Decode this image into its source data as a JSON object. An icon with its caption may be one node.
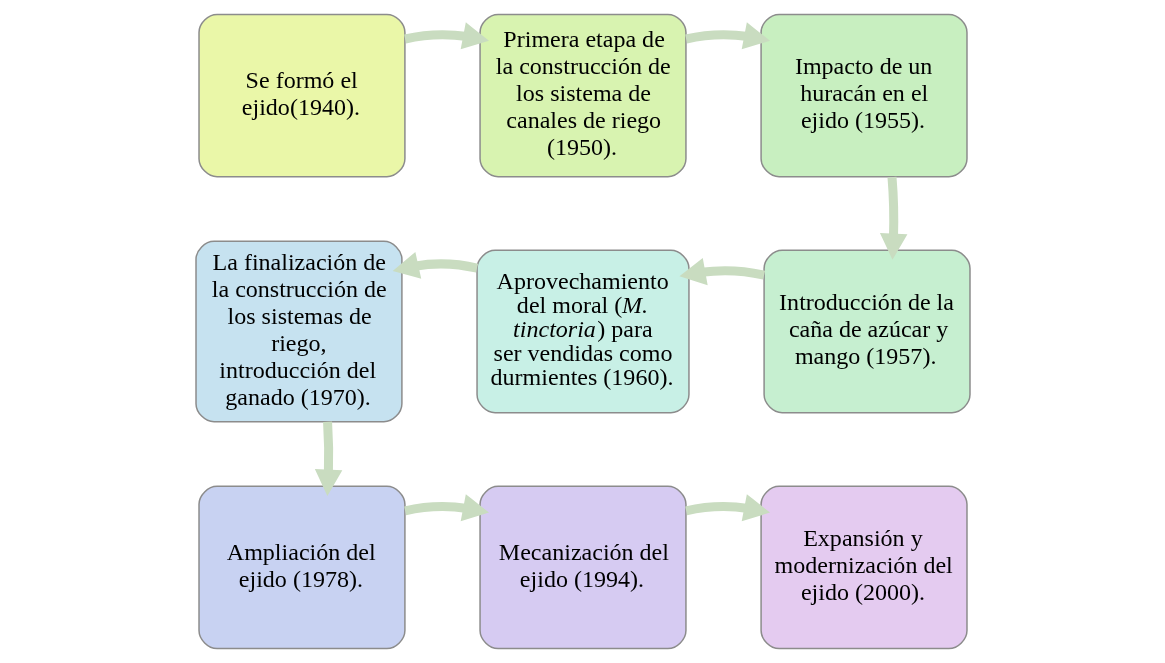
{
  "diagram": {
    "nodes": [
      {
        "text": [
          "Se formó el ejido(1940)."
        ]
      },
      {
        "text": [
          "Primera etapa de la construcción de los sistema de canales de riego (1950)."
        ]
      },
      {
        "text": [
          "Impacto de un huracán en el ejido (1955)."
        ]
      },
      {
        "text": [
          "Introducción de la caña de azúcar y mango (1957)."
        ]
      },
      {
        "text": [
          "Aprovechamiento del moral (*M. tinctoria*) para ser vendidas como durmientes (1960)."
        ]
      },
      {
        "text": [
          "La finalización de la construcción de los sistemas de riego, introducción del ganado (1970)."
        ]
      },
      {
        "text": [
          "Ampliación del ejido (1978)."
        ]
      },
      {
        "text": [
          "Mecanización del ejido (1994)."
        ]
      },
      {
        "text": [
          "Expansión y modernización del ejido (2000)."
        ]
      }
    ],
    "edges": [
      {
        "from": 0,
        "to": 1,
        "arrow": "to"
      },
      {
        "from": 1,
        "to": 2,
        "arrow": "to"
      },
      {
        "from": 2,
        "to": 3,
        "arrow": "to"
      },
      {
        "from": 3,
        "to": 4,
        "arrow": "to"
      },
      {
        "from": 4,
        "to": 5,
        "arrow": "to"
      },
      {
        "from": 5,
        "to": 6,
        "arrow": "to"
      },
      {
        "from": 6,
        "to": 7,
        "arrow": "to"
      },
      {
        "from": 7,
        "to": 8,
        "arrow": "to"
      }
    ]
  }
}
